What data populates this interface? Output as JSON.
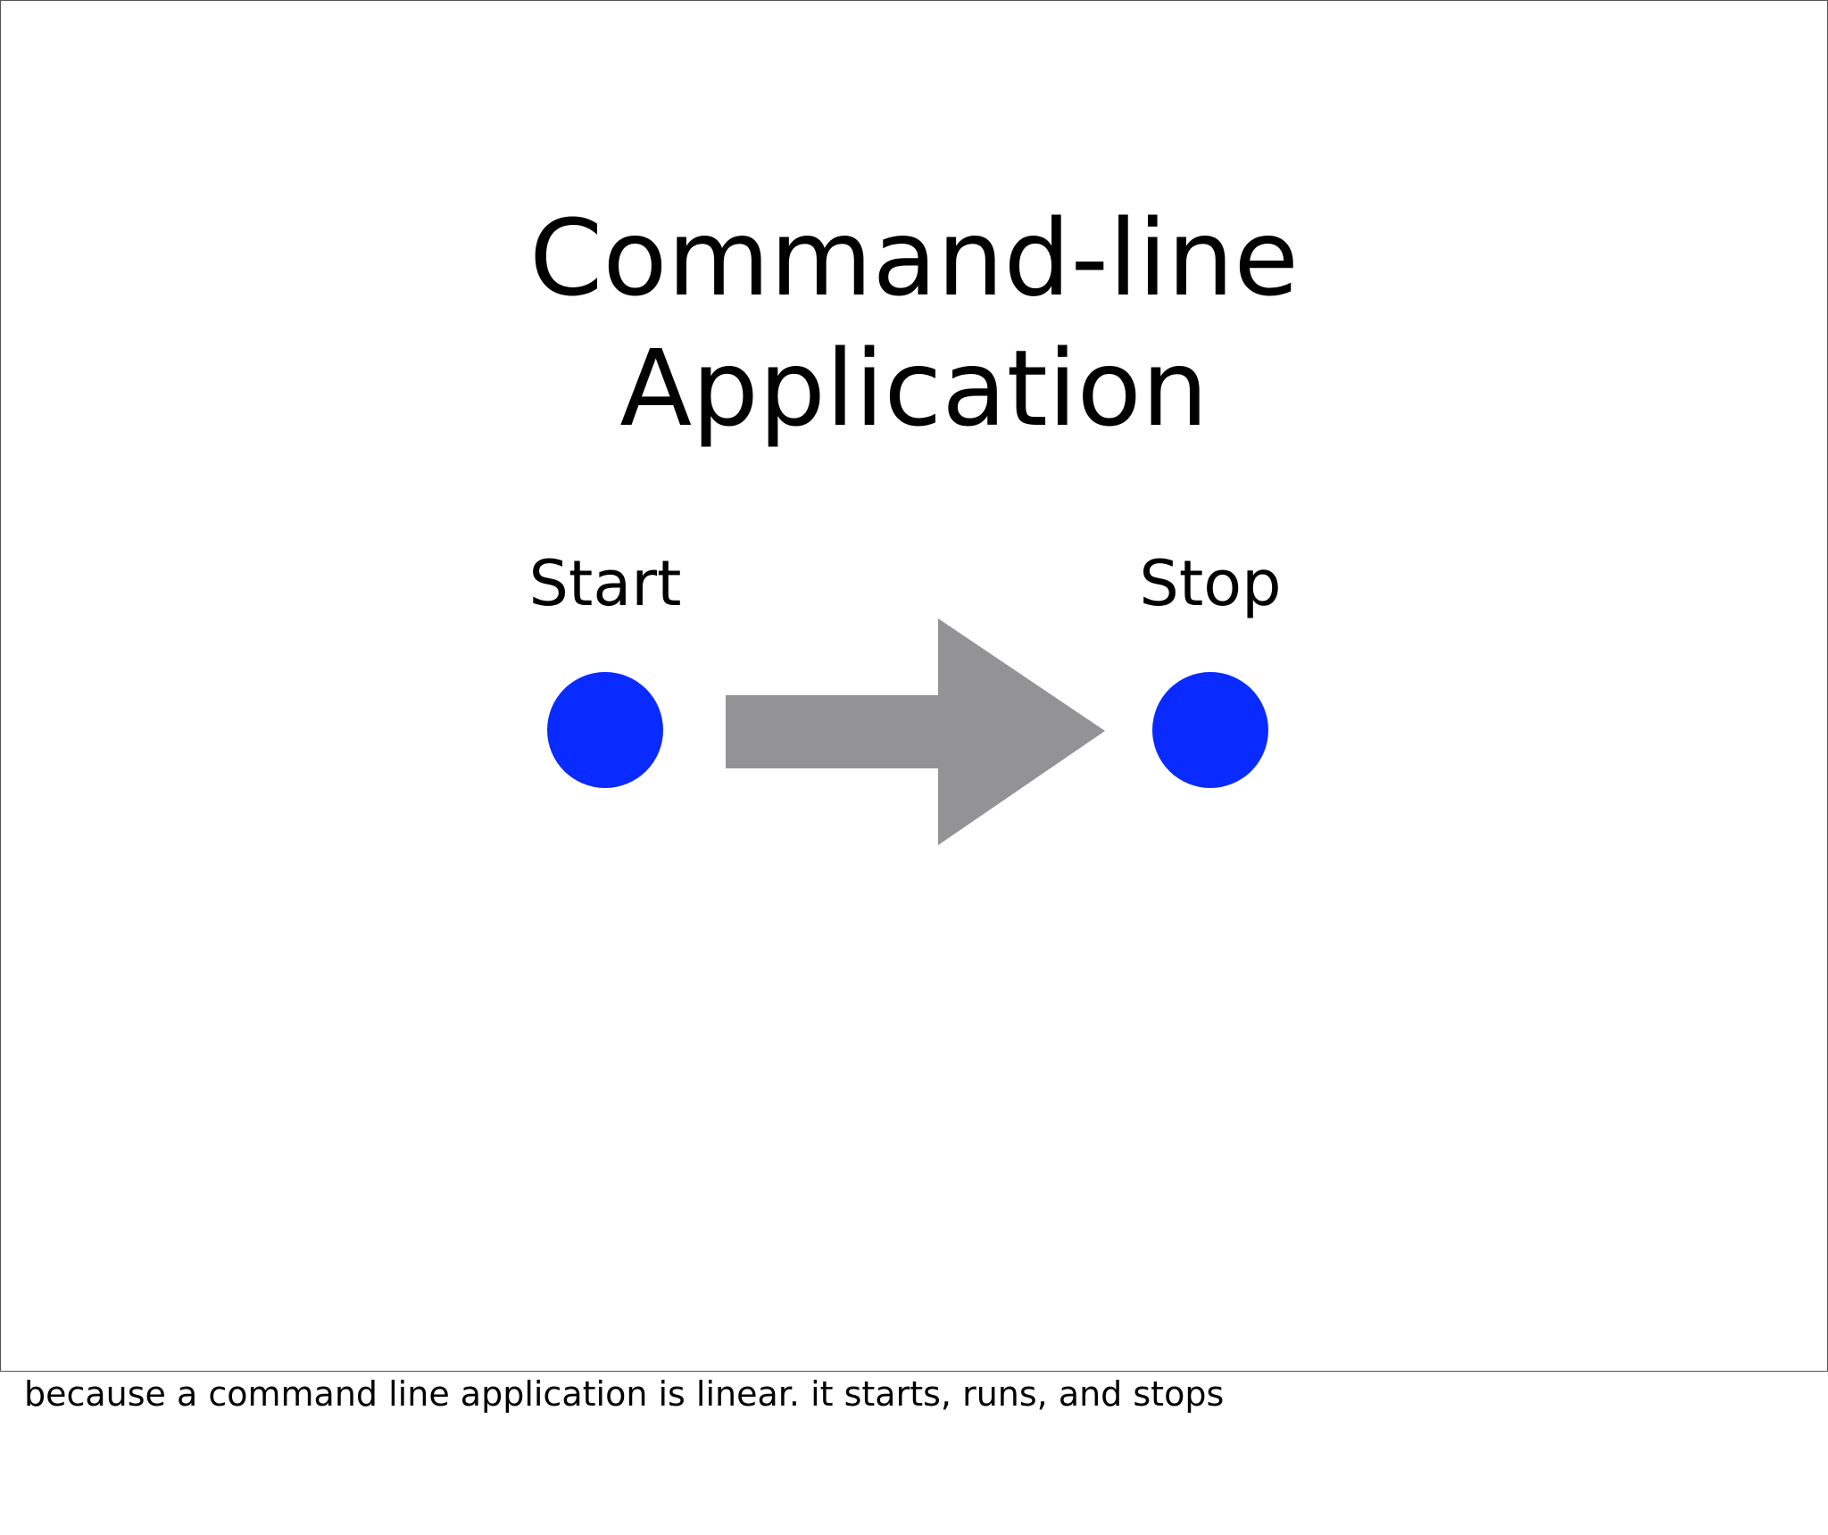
{
  "slide": {
    "title_line1": "Command-line",
    "title_line2": "Application",
    "start_label": "Start",
    "stop_label": "Stop",
    "node_color": "#0a2bff",
    "arrow_color": "#939395"
  },
  "notes": {
    "text": "because a command line application is linear. it starts, runs, and stops"
  }
}
